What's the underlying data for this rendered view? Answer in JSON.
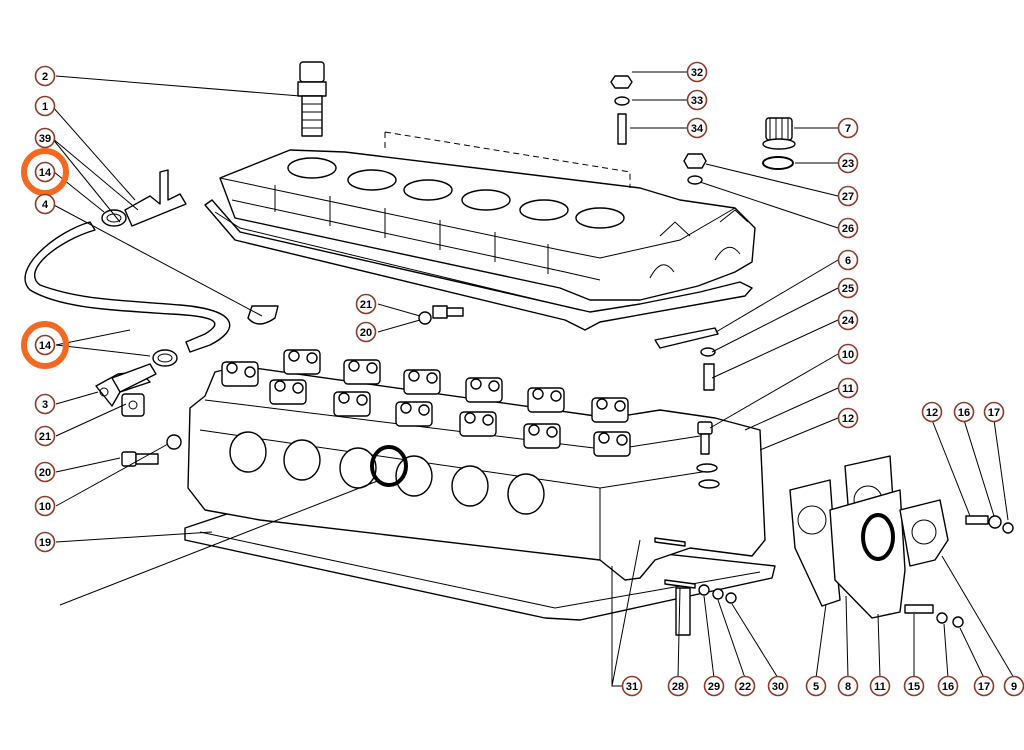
{
  "diagram": {
    "highlight_color": "#f26a21",
    "circle_color": "#8b3a2a",
    "callouts": [
      {
        "label": "2"
      },
      {
        "label": "1"
      },
      {
        "label": "39"
      },
      {
        "label": "14"
      },
      {
        "label": "4"
      },
      {
        "label": "14"
      },
      {
        "label": "3"
      },
      {
        "label": "21"
      },
      {
        "label": "20"
      },
      {
        "label": "10"
      },
      {
        "label": "19"
      },
      {
        "label": "21"
      },
      {
        "label": "20"
      },
      {
        "label": "32"
      },
      {
        "label": "33"
      },
      {
        "label": "34"
      },
      {
        "label": "7"
      },
      {
        "label": "23"
      },
      {
        "label": "27"
      },
      {
        "label": "26"
      },
      {
        "label": "6"
      },
      {
        "label": "25"
      },
      {
        "label": "24"
      },
      {
        "label": "10"
      },
      {
        "label": "11"
      },
      {
        "label": "12"
      },
      {
        "label": "12"
      },
      {
        "label": "16"
      },
      {
        "label": "17"
      },
      {
        "label": "31"
      },
      {
        "label": "28"
      },
      {
        "label": "29"
      },
      {
        "label": "22"
      },
      {
        "label": "30"
      },
      {
        "label": "5"
      },
      {
        "label": "8"
      },
      {
        "label": "11"
      },
      {
        "label": "15"
      },
      {
        "label": "16"
      },
      {
        "label": "17"
      },
      {
        "label": "9"
      }
    ]
  }
}
